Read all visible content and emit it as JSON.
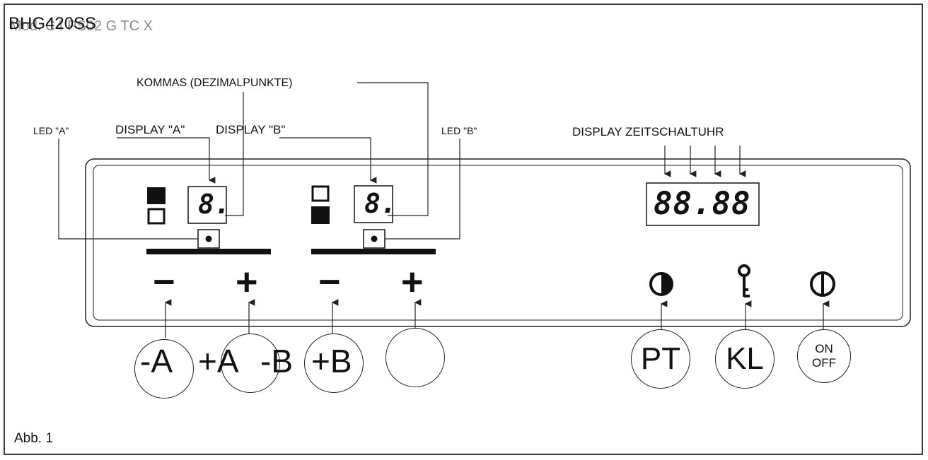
{
  "header": {
    "model": "BHG420SS",
    "ghost_model": "Mod. C4 PS02 G TC X"
  },
  "labels": {
    "kommas": "KOMMAS (DEZIMALPUNKTE)",
    "led_a": "LED \"A\"",
    "display_a": "DISPLAY \"A\"",
    "display_b": "DISPLAY \"B\"",
    "led_b": "LED \"B\"",
    "display_timer": "DISPLAY ZEITSCHALTUHR"
  },
  "panel": {
    "display_a_digit": "8.",
    "display_b_digit": "8.",
    "timer_digits": "88.88",
    "minus_a": "−",
    "plus_a": "+",
    "minus_b": "−",
    "plus_b": "+"
  },
  "buttons": {
    "minus_a": "-A",
    "plus_a": "+A",
    "minus_b": "-B",
    "plus_b": "+B",
    "empty": "",
    "pt": "PT",
    "kl": "KL",
    "on": "ON",
    "off": "OFF"
  },
  "icons": [
    "timer-icon",
    "key-icon",
    "power-icon"
  ],
  "caption": "Abb. 1"
}
